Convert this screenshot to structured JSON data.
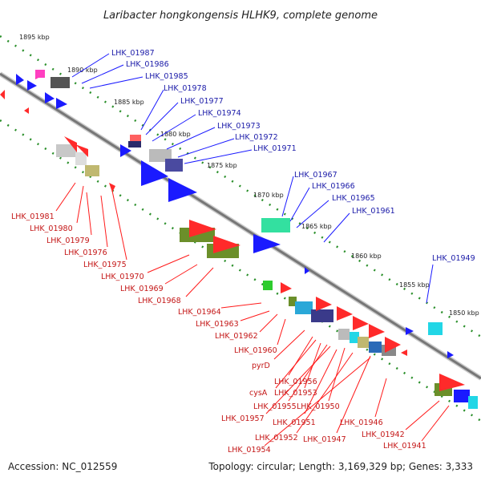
{
  "title": "Laribacter hongkongensis HLHK9, complete genome",
  "accession": "Accession: NC_012559",
  "summary": "Topology: circular; Length: 3,169,329 bp; Genes: 3,333",
  "colors": {
    "forward": "#1a1aff",
    "reverse": "#ff1a1a",
    "backbone": "#888888",
    "tick": "#228b22",
    "label_top": "#1a1aa8",
    "label_bot": "#c41616"
  },
  "ticks": [
    "1895 kbp",
    "1890 kbp",
    "1885 kbp",
    "1880 kbp",
    "1875 kbp",
    "1870 kbp",
    "1865 kbp",
    "1860 kbp",
    "1855 kbp",
    "1850 kbp"
  ],
  "labels_top": [
    "LHK_01987",
    "LHK_01986",
    "LHK_01985",
    "LHK_01978",
    "LHK_01977",
    "LHK_01974",
    "LHK_01973",
    "LHK_01972",
    "LHK_01971",
    "LHK_01967",
    "LHK_01966",
    "LHK_01965",
    "LHK_01961",
    "LHK_01949"
  ],
  "labels_bottom": [
    "LHK_01981",
    "LHK_01980",
    "LHK_01979",
    "LHK_01976",
    "LHK_01975",
    "LHK_01970",
    "LHK_01969",
    "LHK_01968",
    "LHK_01964",
    "LHK_01963",
    "LHK_01962",
    "LHK_01960",
    "pyrD",
    "LHK_01956",
    "cysA",
    "LHK_01953",
    "LHK_01955",
    "LHK_01950",
    "LHK_01957",
    "LHK_01951",
    "LHK_01946",
    "LHK_01952",
    "LHK_01947",
    "LHK_01942",
    "LHK_01954",
    "LHK_01941"
  ]
}
